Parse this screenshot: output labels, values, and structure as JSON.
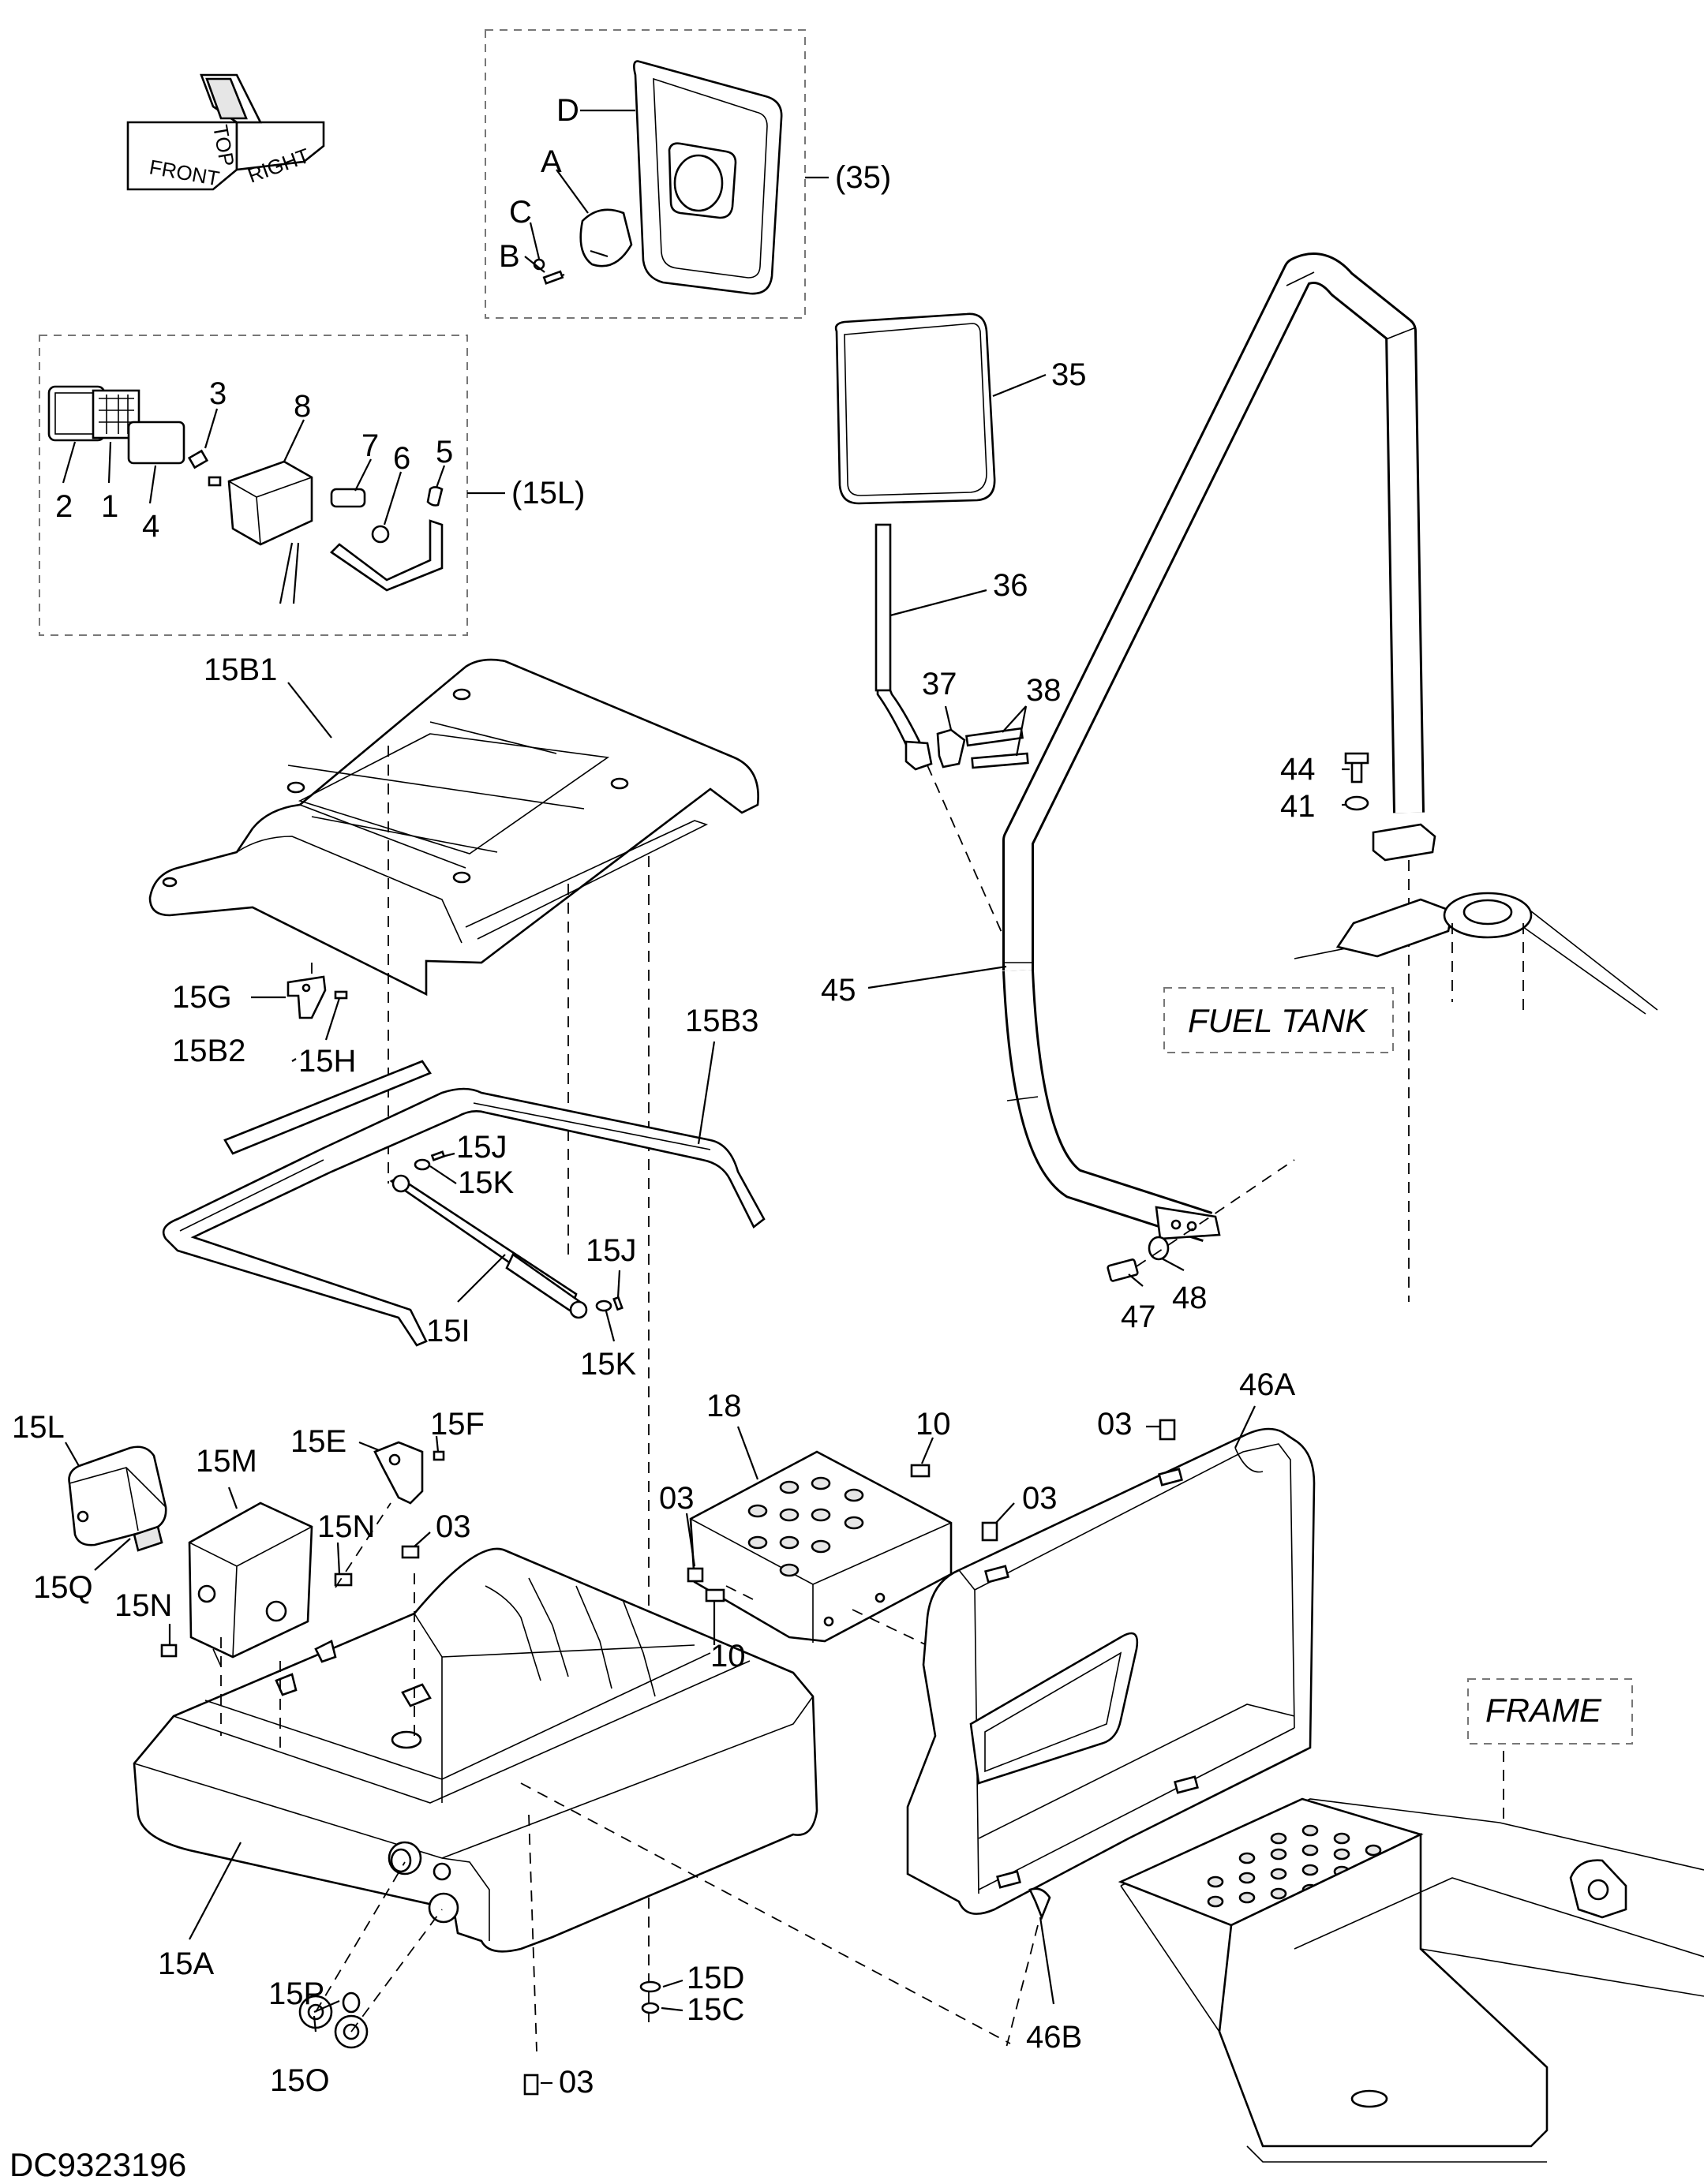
{
  "drawing_code": "DC9323196",
  "orientation": {
    "front": "FRONT",
    "top": "TOP",
    "right": "RIGHT"
  },
  "callouts": {
    "mirror_assy": "(35)",
    "lamp_assy": "(15L)",
    "fuel_tank": "FUEL TANK",
    "frame": "FRAME"
  },
  "labels": {
    "D": "D",
    "A": "A",
    "C": "C",
    "B": "B",
    "p35": "35",
    "p36": "36",
    "p37": "37",
    "p38": "38",
    "p44": "44",
    "p41": "41",
    "p45": "45",
    "p47": "47",
    "p48": "48",
    "p3": "3",
    "p8": "8",
    "p7": "7",
    "p6": "6",
    "p5": "5",
    "p2": "2",
    "p1": "1",
    "p4": "4",
    "p15B1": "15B1",
    "p15G": "15G",
    "p15H": "15H",
    "p15B2": "15B2",
    "p15B3": "15B3",
    "p15J_a": "15J",
    "p15K_a": "15K",
    "p15J_b": "15J",
    "p15K_b": "15K",
    "p15I": "15I",
    "p15L": "15L",
    "p15M": "15M",
    "p15E": "15E",
    "p15F": "15F",
    "p15N_a": "15N",
    "p15N_b": "15N",
    "p15Q": "15Q",
    "p03_a": "03",
    "p03_b": "03",
    "p03_c": "03",
    "p03_d": "03",
    "p03_e": "03",
    "p18": "18",
    "p10_a": "10",
    "p10_b": "10",
    "p46A": "46A",
    "p46B": "46B",
    "p15A": "15A",
    "p15P": "15P",
    "p15O": "15O",
    "p15D": "15D",
    "p15C": "15C"
  }
}
